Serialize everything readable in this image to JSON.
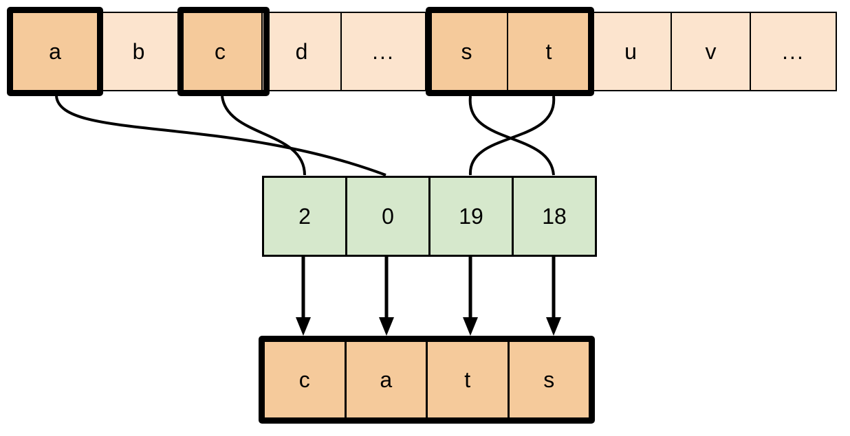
{
  "diagram": {
    "title": "alphabet-index-lookup",
    "colors": {
      "highlight_fill": "#f5ca9b",
      "normal_fill": "#fce4ce",
      "index_fill": "#d6e8cc",
      "stroke": "#000000",
      "background": "#ffffff"
    }
  },
  "alphabet_row": {
    "name": "alphabet-cells",
    "cells": [
      {
        "label": "a",
        "highlighted": true,
        "selected": true
      },
      {
        "label": "b",
        "highlighted": false,
        "selected": false
      },
      {
        "label": "c",
        "highlighted": true,
        "selected": true
      },
      {
        "label": "d",
        "highlighted": false,
        "selected": false
      },
      {
        "label": "...",
        "highlighted": false,
        "selected": false
      },
      {
        "label": "s",
        "highlighted": true,
        "selected": true
      },
      {
        "label": "t",
        "highlighted": true,
        "selected": true
      },
      {
        "label": "u",
        "highlighted": false,
        "selected": false
      },
      {
        "label": "v",
        "highlighted": false,
        "selected": false
      },
      {
        "label": "...",
        "highlighted": false,
        "selected": false
      }
    ]
  },
  "index_row": {
    "name": "index-cells",
    "cells": [
      {
        "value": "2"
      },
      {
        "value": "0"
      },
      {
        "value": "19"
      },
      {
        "value": "18"
      }
    ]
  },
  "output_row": {
    "name": "output-cells",
    "word": "cats",
    "cells": [
      {
        "label": "c"
      },
      {
        "label": "a"
      },
      {
        "label": "t"
      },
      {
        "label": "s"
      }
    ]
  },
  "mappings": {
    "letter_to_index": [
      {
        "letter": "a",
        "index": "0",
        "index_slot": 2
      },
      {
        "letter": "c",
        "index": "2",
        "index_slot": 1
      },
      {
        "letter": "s",
        "index": "19",
        "index_slot": 4
      },
      {
        "letter": "t",
        "index": "18",
        "index_slot": 3
      }
    ],
    "index_to_output": [
      {
        "index": "2",
        "letter": "c"
      },
      {
        "index": "0",
        "letter": "a"
      },
      {
        "index": "19",
        "letter": "t"
      },
      {
        "index": "18",
        "letter": "s"
      }
    ]
  }
}
